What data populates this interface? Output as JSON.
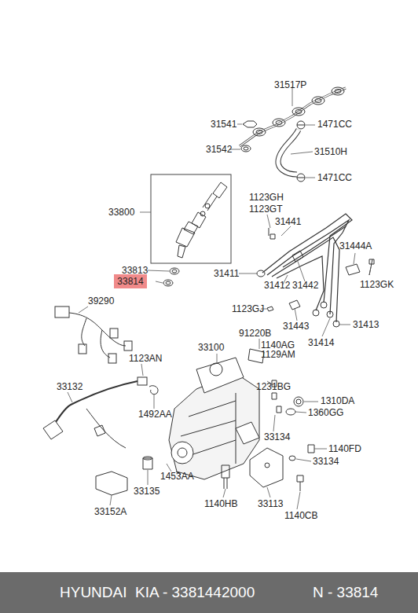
{
  "diagram": {
    "nodes": [
      {
        "text": [
          "33814"
        ]
      },
      {
        "text": [
          "HYUNDAI  KIA - 3381442000",
          "N - 33814"
        ]
      }
    ],
    "labels": [
      "31517P",
      "31541",
      "1471CC",
      "31542",
      "31510H",
      "1471CC",
      "33800",
      "1123GH",
      "1123GT",
      "31441",
      "31444A",
      "33813",
      "31411",
      "31412",
      "31442",
      "1123GK",
      "39290",
      "1123GJ",
      "31443",
      "31413",
      "31414",
      "91220B",
      "1140AG",
      "1129AM",
      "33100",
      "1123AN",
      "1231BG",
      "1310DA",
      "1360GG",
      "33132",
      "1492AA",
      "33134",
      "1140FD",
      "33134",
      "33135",
      "1453AA",
      "1140HB",
      "33113",
      "1140CB",
      "33152A"
    ]
  }
}
